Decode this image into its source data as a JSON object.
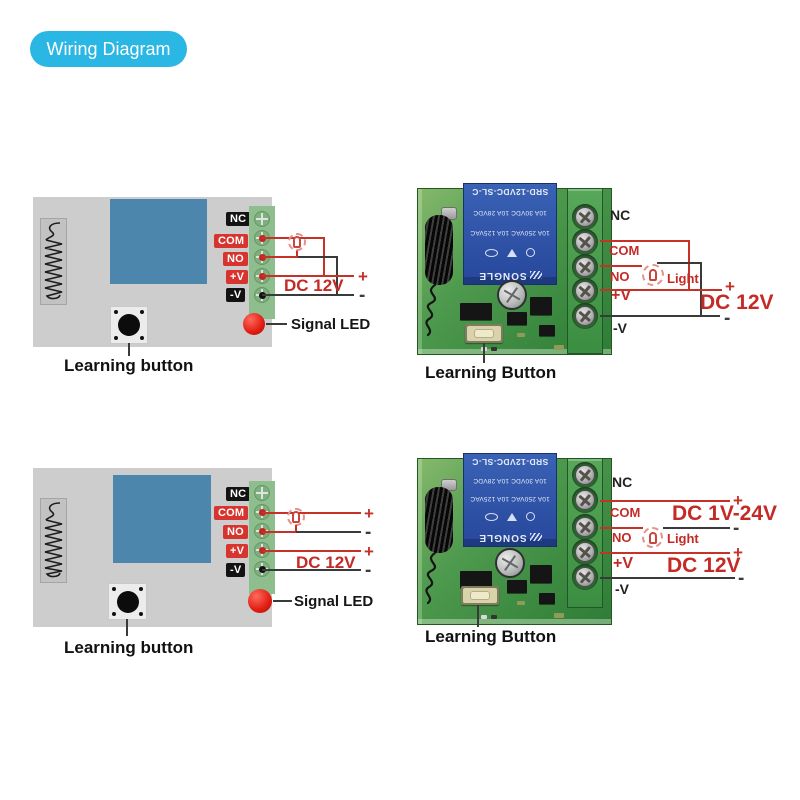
{
  "badge": {
    "label": "Wiring Diagram"
  },
  "terminals": {
    "nc": "NC",
    "com": "COM",
    "no": "NO",
    "plus_v": "+V",
    "minus_v": "-V"
  },
  "marks": {
    "plus": "+",
    "minus": "-"
  },
  "relay": {
    "model": "SRD-12VDC-SL-C",
    "rating_ac": "10A 250VAC 10A 125VAC",
    "rating_dc": "10A 30VDC 10A 28VDC",
    "brand": "SONGLE"
  },
  "panels": {
    "schematic_top": {
      "supply": "DC 12V",
      "signal_led": "Signal LED",
      "learning_button": "Learning button"
    },
    "pcb_top": {
      "supply": "DC 12V",
      "light": "Light",
      "learning_button": "Learning Button"
    },
    "schematic_bottom": {
      "supply": "DC 12V",
      "signal_led": "Signal LED",
      "learning_button": "Learning button"
    },
    "pcb_bottom": {
      "load_supply": "DC 1V-24V",
      "supply": "DC 12V",
      "light": "Light",
      "learning_button": "Learning Button"
    }
  },
  "colors": {
    "badge_cyan": "#2ab7e3",
    "annotation_red": "#c42a26",
    "wire_red": "#c63228",
    "wire_black": "#3a3a3a",
    "pcb_green": "#4a9a4d",
    "relay_blue": "#2b50a5",
    "schematic_gray": "#cdcdcd",
    "terminal_green": "#8ebd8e"
  }
}
